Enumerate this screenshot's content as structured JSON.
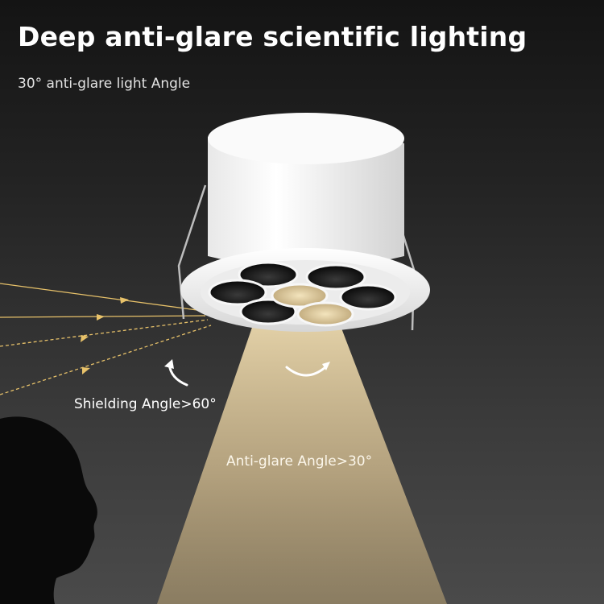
{
  "headline": "Deep anti-glare scientific lighting",
  "subheadline": "30° anti-glare light Angle",
  "labels": {
    "shielding": "Shielding Angle>60°",
    "anti_glare": "Anti-glare Angle>30°"
  },
  "colors": {
    "beam": "#e9d6a7",
    "ray": "#e8c26a",
    "fixture": "#f4f4f4"
  }
}
